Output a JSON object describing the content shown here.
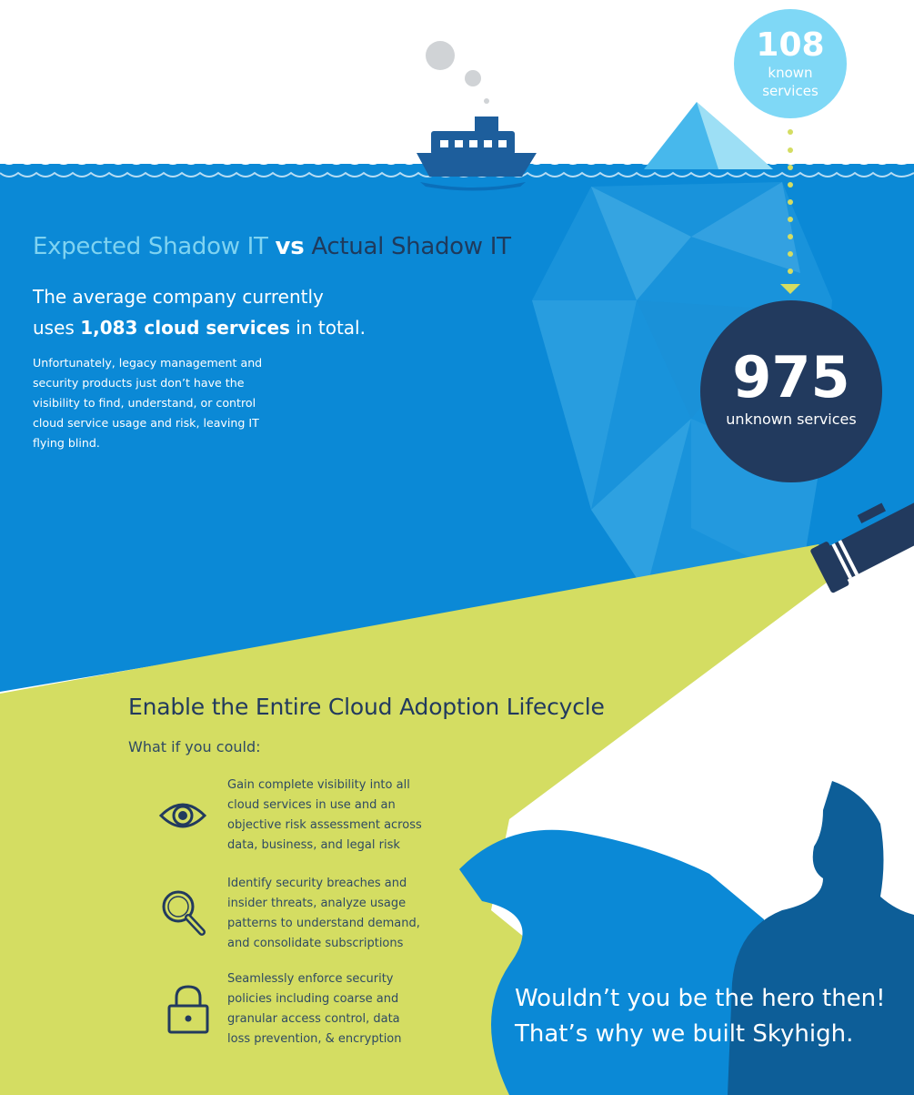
{
  "header": {
    "expected": "Expected Shadow IT",
    "vs": "vs",
    "actual": "Actual Shadow IT"
  },
  "intro": {
    "line1": "The average company currently",
    "line2_prefix": "uses ",
    "line2_bold": "1,083 cloud services",
    "line2_suffix": " in total.",
    "body": "Unfortunately, legacy management and security products just don’t have the visibility to find, understand, or control cloud service usage and risk, leaving IT flying blind."
  },
  "known_badge": {
    "value": "108",
    "label": "known services"
  },
  "unknown_badge": {
    "value": "975",
    "label": "unknown services"
  },
  "lifecycle": {
    "title": "Enable the Entire Cloud Adoption Lifecycle",
    "subtitle": "What if you could:",
    "features": [
      {
        "icon": "eye-icon",
        "text": "Gain complete visibility into all cloud services in use and an objective risk assessment across data, business, and legal risk"
      },
      {
        "icon": "search-icon",
        "text": "Identify security breaches and insider threats, analyze usage patterns to understand demand, and consolidate subscriptions"
      },
      {
        "icon": "lock-icon",
        "text": "Seamlessly enforce security policies including coarse and granular access control, data loss prevention, & encryption"
      }
    ]
  },
  "hero": {
    "line1": "Wouldn’t you be the hero then!",
    "line2": "That’s why we built Skyhigh."
  },
  "colors": {
    "ocean": "#0b89d6",
    "ocean_dark": "#0a6fba",
    "navy": "#223a5e",
    "sky_blue": "#7fd8f6",
    "beam": "#d4dd62",
    "iceberg": "#47b8ec",
    "silhouette": "#0d5e98",
    "smoke": "#d0d3d6"
  }
}
